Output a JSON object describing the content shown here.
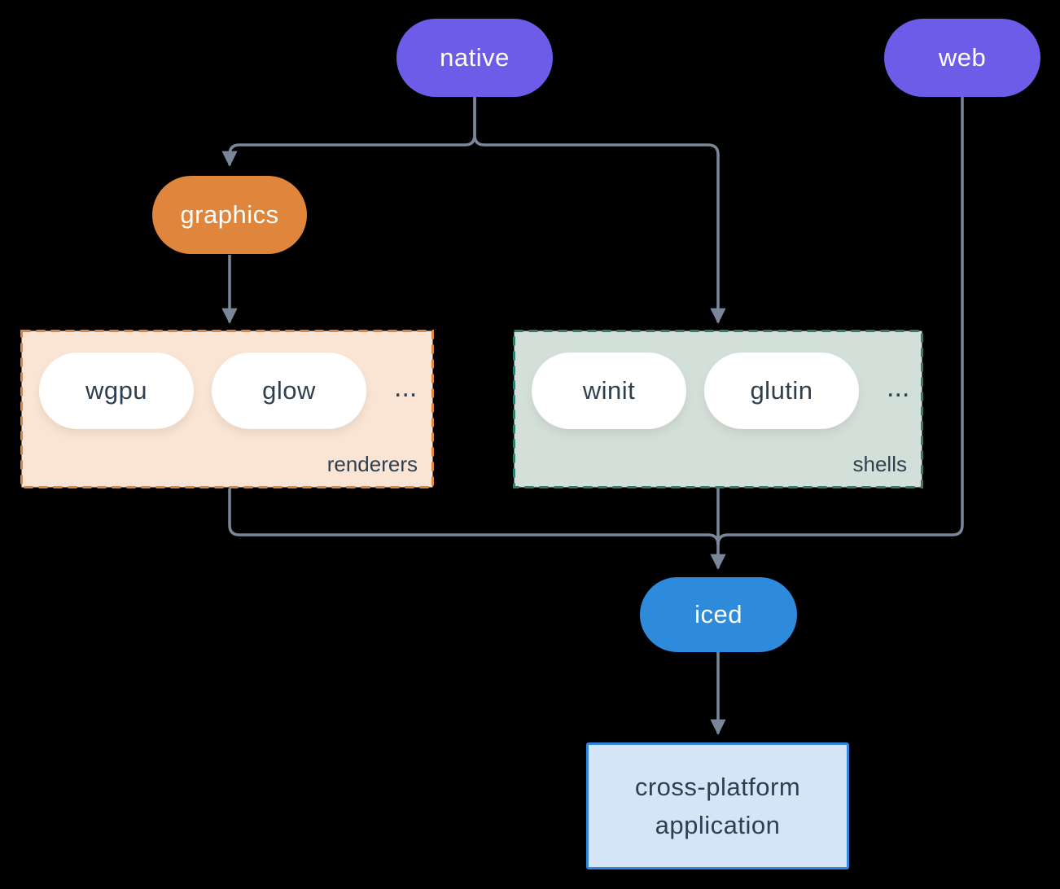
{
  "nodes": {
    "native": {
      "label": "native",
      "color": "#6C5CE7",
      "text_color": "#FFFFFF"
    },
    "web": {
      "label": "web",
      "color": "#6C5CE7",
      "text_color": "#FFFFFF"
    },
    "graphics": {
      "label": "graphics",
      "color": "#E0863C",
      "text_color": "#FFFFFF"
    },
    "wgpu": {
      "label": "wgpu",
      "color": "#FFFFFF",
      "text_color": "#2E3F4F"
    },
    "glow": {
      "label": "glow",
      "color": "#FFFFFF",
      "text_color": "#2E3F4F"
    },
    "winit": {
      "label": "winit",
      "color": "#FFFFFF",
      "text_color": "#2E3F4F"
    },
    "glutin": {
      "label": "glutin",
      "color": "#FFFFFF",
      "text_color": "#2E3F4F"
    },
    "iced": {
      "label": "iced",
      "color": "#2E8BDB",
      "text_color": "#FFFFFF"
    }
  },
  "groups": {
    "renderers": {
      "label": "renderers",
      "ellipsis": "...",
      "bg": "#FAE5D5",
      "border": "#E0863C",
      "items": [
        "wgpu",
        "glow"
      ]
    },
    "shells": {
      "label": "shells",
      "ellipsis": "...",
      "bg": "#D3E0DA",
      "border": "#2E7D6E",
      "items": [
        "winit",
        "glutin"
      ]
    }
  },
  "app_box": {
    "line1": "cross-platform",
    "line2": "application",
    "bg": "#D4E5F7",
    "border": "#3287DD"
  },
  "edges": [
    {
      "from": "native",
      "to": "graphics"
    },
    {
      "from": "native",
      "to": "shells"
    },
    {
      "from": "graphics",
      "to": "renderers"
    },
    {
      "from": "renderers",
      "to": "iced"
    },
    {
      "from": "shells",
      "to": "iced"
    },
    {
      "from": "web",
      "to": "iced"
    },
    {
      "from": "iced",
      "to": "app_box"
    }
  ],
  "colors": {
    "background": "#000000",
    "edge": "#7A8798",
    "dark_text": "#2E3F4F"
  }
}
